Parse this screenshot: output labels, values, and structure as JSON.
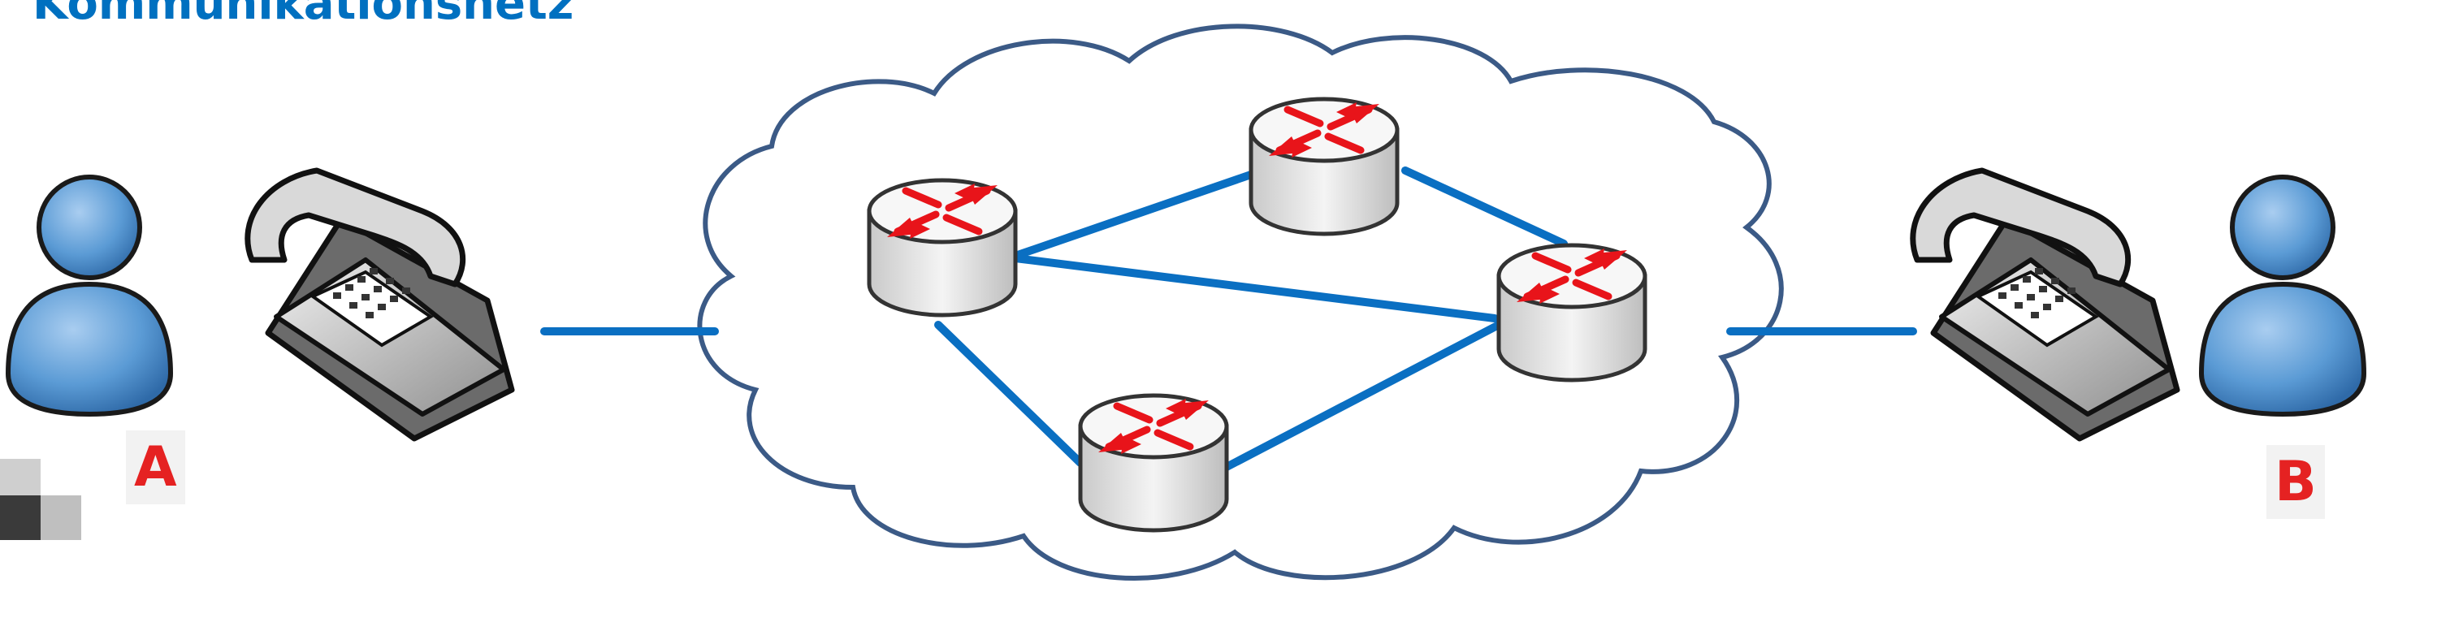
{
  "diagram": {
    "title": "Kommunikationsnetz",
    "endpoint_a_label": "A",
    "endpoint_b_label": "B"
  },
  "colors": {
    "title": "#0070c0",
    "link": "#0a6fc2",
    "person": "#5b9bd5",
    "label": "#e52222",
    "arrow": "#e8141a",
    "cloud_stroke": "#3b5a86"
  },
  "icons": [
    "person-icon",
    "telephone-icon",
    "router-icon",
    "cloud-icon"
  ]
}
